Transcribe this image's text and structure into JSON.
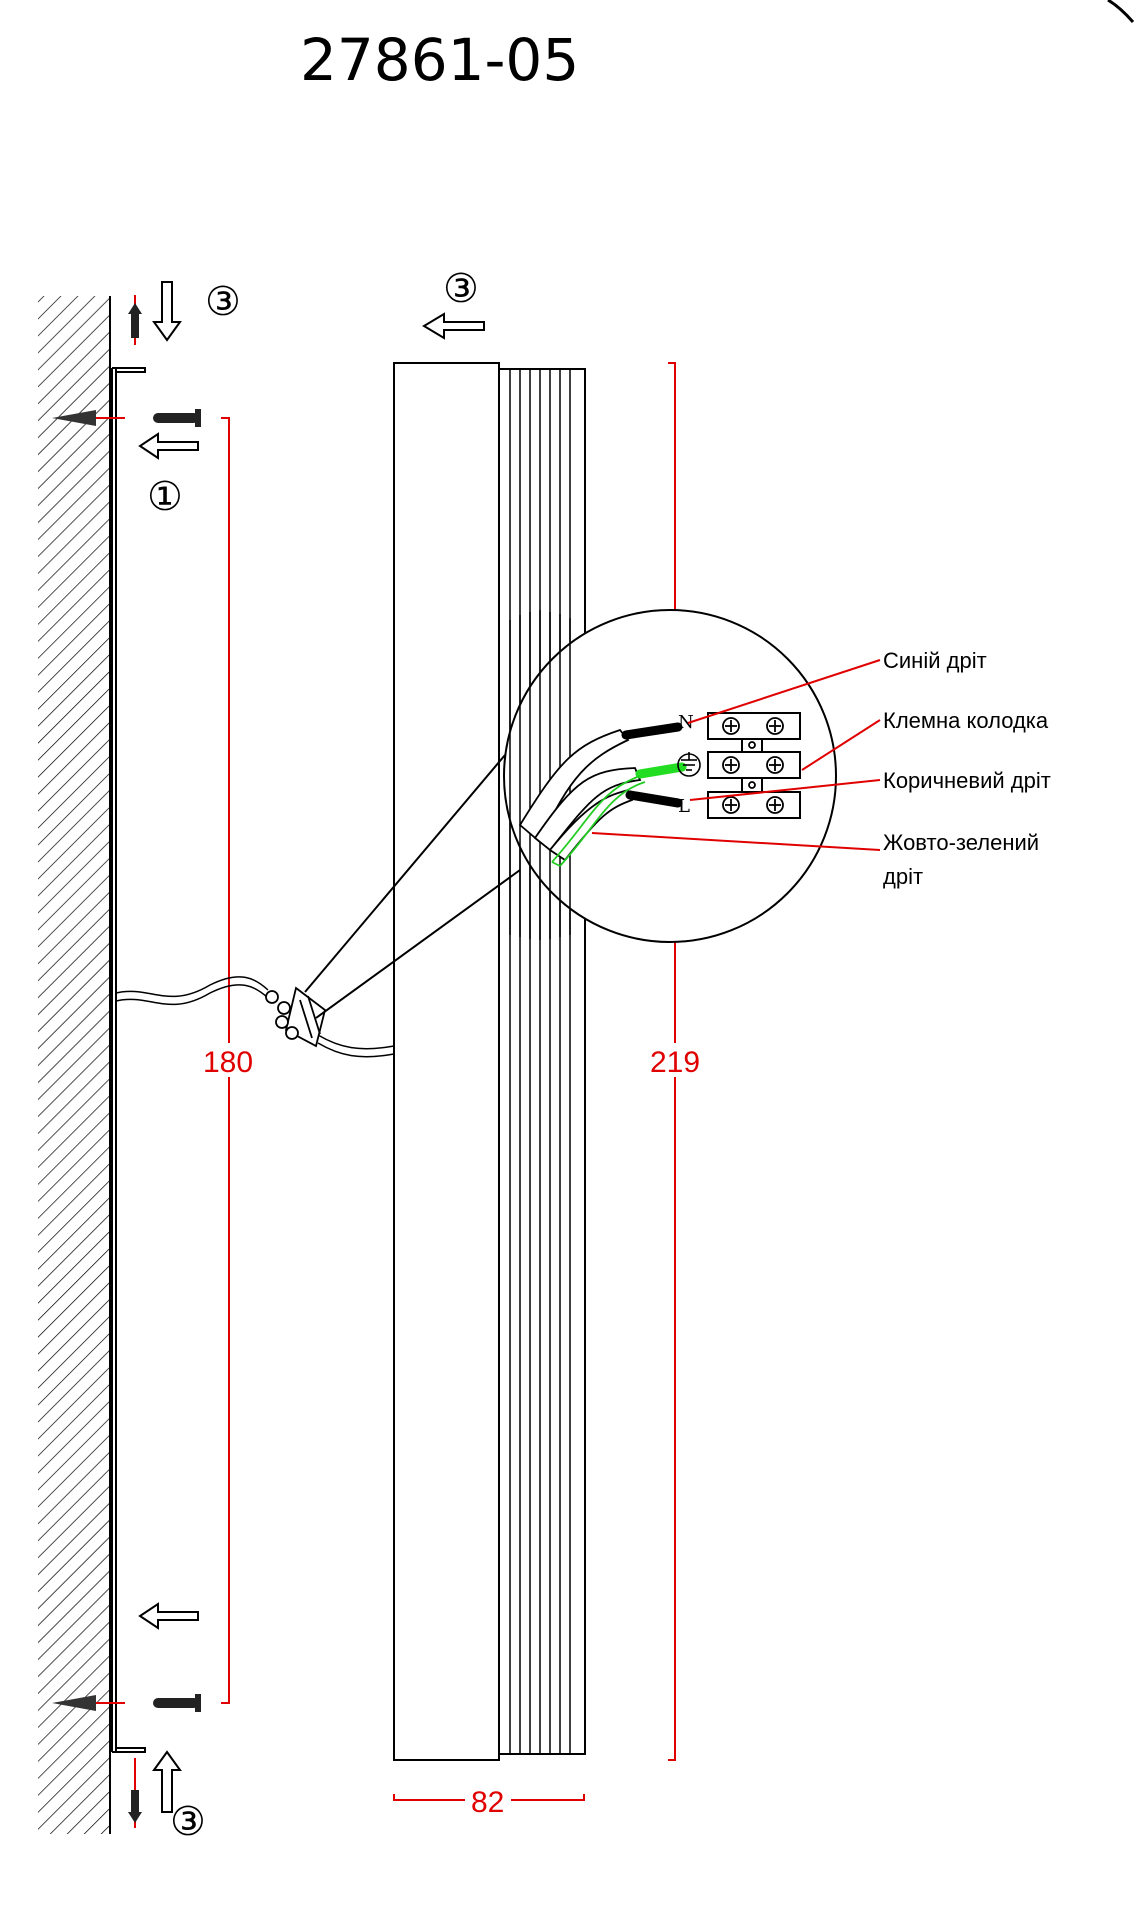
{
  "title": "27861-05",
  "dimensions": {
    "mount_height": "180",
    "total_height": "219",
    "depth": "82"
  },
  "steps": {
    "step1": "①",
    "step3_top_wall": "③",
    "step3_top_fixture": "③",
    "step3_bottom": "③"
  },
  "terminal_marks": {
    "neutral": "N",
    "live": "L"
  },
  "labels": {
    "blue_wire": "Синій дріт",
    "terminal_block": "Клемна колодка",
    "brown_wire": "Коричневий дріт",
    "ground_wire_line1": "Жовто-зелений",
    "ground_wire_line2": "дріт"
  },
  "colors": {
    "dimension": "#e00000",
    "ground_wire": "#22cc22",
    "line": "#000000"
  }
}
